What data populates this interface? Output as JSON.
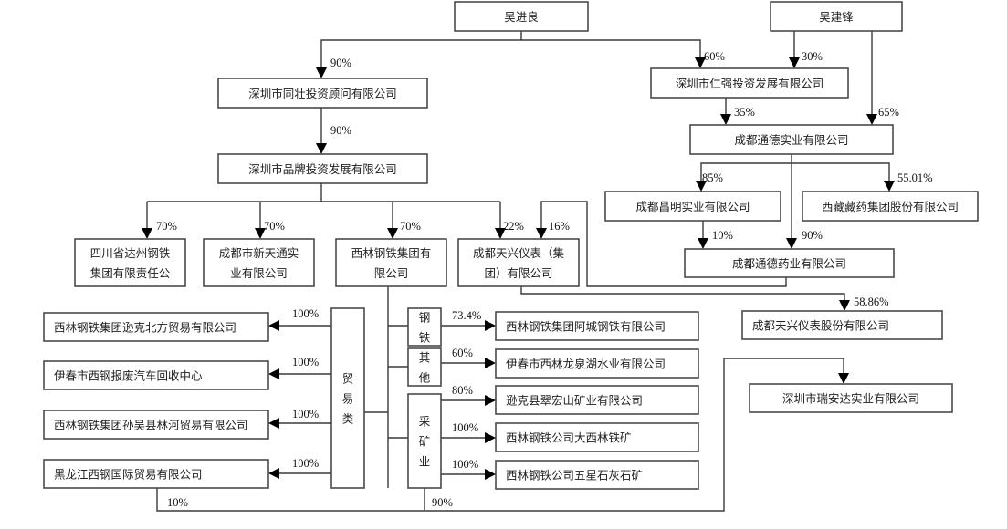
{
  "title": "股权结构图",
  "entities": {
    "wu_jinliang": "吴进良",
    "wu_jianfeng": "吴建锋",
    "tongzhuang": "深圳市同壮投资顾问有限公司",
    "renqiang": "深圳市仁强投资发展有限公司",
    "tongde_shiye": "成都通德实业有限公司",
    "pinpai": "深圳市品牌投资发展有限公司",
    "changming": "成都昌明实业有限公司",
    "xizang": "西藏藏药集团股份有限公司",
    "dazhou": [
      "四川省达州钢铁",
      "集团有限责任公"
    ],
    "xintiantong": [
      "成都市新天通实",
      "业有限公司"
    ],
    "xilin": [
      "西林钢铁集团有",
      "限公司"
    ],
    "tianxing_group": [
      "成都天兴仪表（集",
      "团）有限公司"
    ],
    "tongde_yaoye": "成都通德药业有限公司",
    "tianxing_gufen": "成都天兴仪表股份有限公司",
    "ruianda": "深圳市瑞安达实业有限公司",
    "trade_1": "西林钢铁集团逊克北方贸易有限公司",
    "trade_2": "伊春市西钢报废汽车回收中心",
    "trade_3": "西林钢铁集团孙吴县林河贸易有限公司",
    "trade_4": "黑龙江西钢国际贸易有限公司",
    "cat_trade": [
      "贸",
      "易",
      "类"
    ],
    "cat_steel": [
      "钢",
      "铁"
    ],
    "cat_other": [
      "其",
      "他"
    ],
    "cat_mining": [
      "采",
      "矿",
      "业"
    ],
    "acheng": "西林钢铁集团阿城钢铁有限公司",
    "longquanhu": "伊春市西林龙泉湖水业有限公司",
    "cuihongshan": "逊克县翠宏山矿业有限公司",
    "daxilin": "西林钢铁公司大西林铁矿",
    "wuxing": "西林钢铁公司五星石灰石矿"
  },
  "percentages": {
    "wjl_tongzhuang": "90%",
    "tongzhuang_pinpai": "90%",
    "wjl_renqiang": "60%",
    "wjf_renqiang": "30%",
    "renqiang_tongde": "35%",
    "wjf_tongde": "65%",
    "tongde_changming": "85%",
    "tongde_xizang": "55.01%",
    "changming_yaoye": "10%",
    "tongde_yaoye": "90%",
    "pinpai_dazhou": "70%",
    "pinpai_xintiantong": "70%",
    "pinpai_xilin": "70%",
    "pinpai_tianxing": "22%",
    "yaoye_tianxing": "16%",
    "tianxing_gufen": "58.86%",
    "trade_1": "100%",
    "trade_2": "100%",
    "trade_3": "100%",
    "trade_4": "100%",
    "acheng": "73.4%",
    "longquanhu": "60%",
    "cuihongshan": "80%",
    "daxilin": "100%",
    "wuxing": "100%",
    "trade4_ruianda": "10%",
    "mining_ruianda": "90%"
  }
}
